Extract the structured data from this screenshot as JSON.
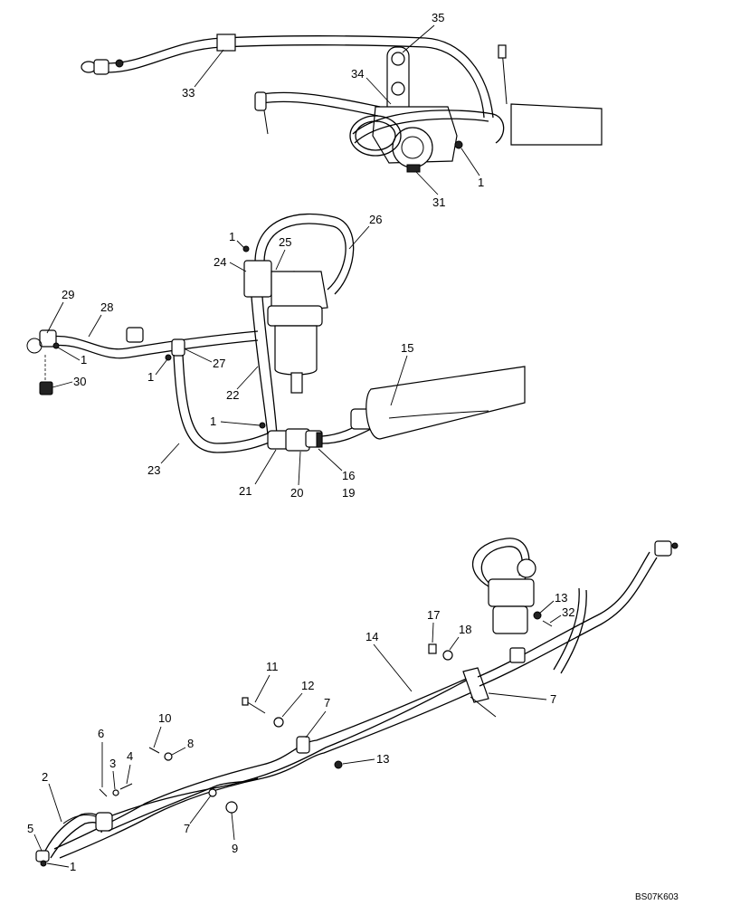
{
  "callouts": {
    "c35": "35",
    "c34": "34",
    "c33": "33",
    "c31": "31",
    "c1a": "1",
    "c26": "26",
    "c25": "25",
    "c24": "24",
    "c1b": "1",
    "c29": "29",
    "c28": "28",
    "c1c": "1",
    "c30": "30",
    "c1d": "1",
    "c27": "27",
    "c22": "22",
    "c15": "15",
    "c1e": "1",
    "c23": "23",
    "c21": "21",
    "c20": "20",
    "c16": "16",
    "c19": "19",
    "c17": "17",
    "c18": "18",
    "c13a": "13",
    "c32": "32",
    "c14": "14",
    "c11": "11",
    "c12": "12",
    "c7a": "7",
    "c7b": "7",
    "c10": "10",
    "c8": "8",
    "c6": "6",
    "c4": "4",
    "c3": "3",
    "c13b": "13",
    "c2": "2",
    "c5": "5",
    "c1f": "1",
    "c7c": "7",
    "c9": "9"
  },
  "reference_code": "BS07K603"
}
